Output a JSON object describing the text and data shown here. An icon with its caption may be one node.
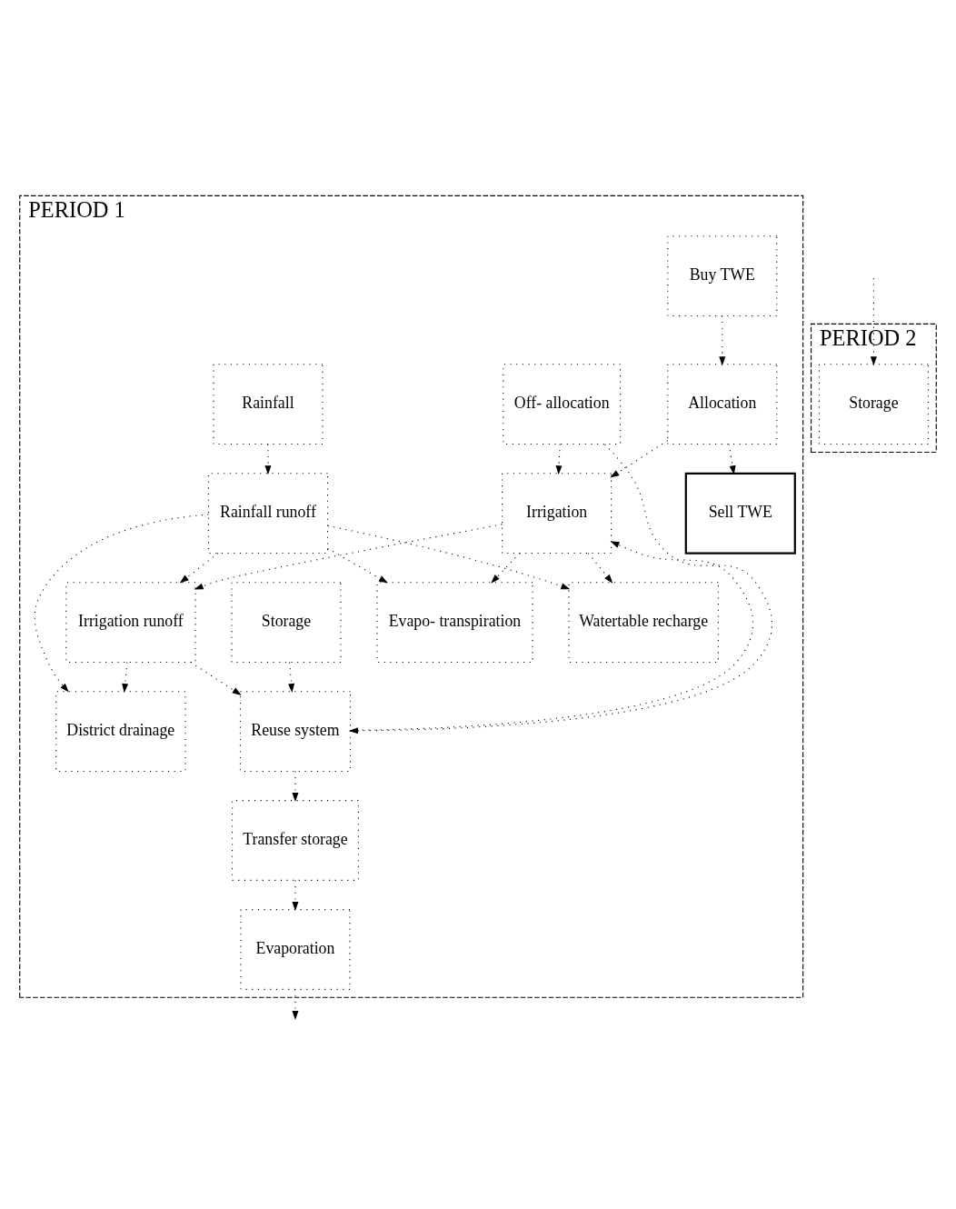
{
  "diagram": {
    "nodes": [
      {
        "text": [
          "PERIOD 1"
        ]
      },
      {
        "text": [
          "Buy TWE"
        ],
        "in": 0
      },
      {
        "text": [
          "Sell TWE"
        ],
        "in": 0
      },
      {
        "text": [
          "Allocation"
        ],
        "in": 0
      },
      {
        "text": [
          "Off- allocation"
        ],
        "in": 0
      },
      {
        "text": [
          "Irrigation"
        ],
        "in": 0
      },
      {
        "text": [
          "Evapo- transpiration"
        ],
        "in": 0
      },
      {
        "text": [
          "Watertable recharge"
        ],
        "in": 0
      },
      {
        "text": [
          "Reuse system"
        ],
        "in": 0
      },
      {
        "text": [
          "Storage"
        ],
        "in": 0
      },
      {
        "text": [
          "Irrigation runoff"
        ],
        "in": 0
      },
      {
        "text": [
          "Rainfall"
        ],
        "in": 0
      },
      {
        "text": [
          "Transfer storage"
        ],
        "in": 0
      },
      {
        "text": [
          "District drainage"
        ],
        "in": 0
      },
      {
        "text": [
          "Evaporation"
        ],
        "in": 0
      },
      {
        "text": [
          "Rainfall runoff"
        ],
        "in": 0
      },
      {
        "text": [
          "PERIOD 2"
        ]
      },
      {
        "text": [
          "Storage"
        ],
        "in": 16
      }
    ],
    "edges": [
      {
        "from": 1,
        "to": 3,
        "arrow": "to"
      },
      {
        "from": 3,
        "to": 2,
        "arrow": "to"
      },
      {
        "from": 3,
        "to": 5,
        "arrow": "to"
      },
      {
        "from": 4,
        "to": 5,
        "arrow": "to"
      },
      {
        "from": 4,
        "to": 8,
        "arrow": "to"
      },
      {
        "from": 8,
        "to": 5,
        "arrow": "to"
      },
      {
        "from": 9,
        "to": 8,
        "arrow": "to"
      },
      {
        "from": 5,
        "to": 6,
        "arrow": "to"
      },
      {
        "from": 5,
        "to": 7,
        "arrow": "to"
      },
      {
        "from": 5,
        "to": 10,
        "arrow": "to"
      },
      {
        "from": 15,
        "to": 6,
        "arrow": "to"
      },
      {
        "from": 15,
        "to": 7,
        "arrow": "to"
      },
      {
        "from": 15,
        "to": 10,
        "arrow": "to"
      },
      {
        "from": 10,
        "to": 8,
        "arrow": "to"
      },
      {
        "from": 10,
        "to": 13,
        "arrow": "to"
      },
      {
        "from": 15,
        "to": 13,
        "arrow": "to"
      },
      {
        "from": 11,
        "to": 15,
        "arrow": "to"
      },
      {
        "from": 8,
        "to": 12,
        "arrow": "to"
      },
      {
        "from": 12,
        "to": 14,
        "arrow": "to"
      },
      {
        "from": 14,
        "to": null,
        "arrow": "to"
      },
      {
        "from": null,
        "to": 17,
        "arrow": "to"
      }
    ]
  }
}
